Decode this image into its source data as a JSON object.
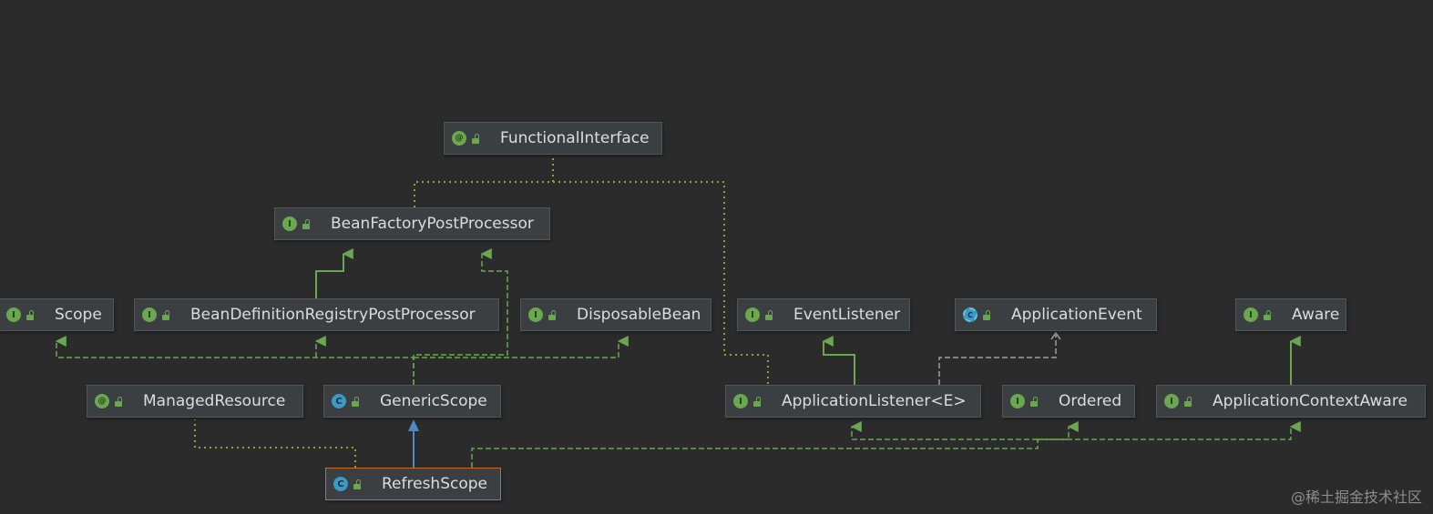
{
  "colors": {
    "background": "#2b2b2b",
    "node_fill": "#3c3f41",
    "edge_green": "#6aa84f",
    "edge_dotted": "#8ca33a",
    "edge_blue": "#4f88c6",
    "edge_gray": "#a0a0a0",
    "selected_border": "#c46a2c"
  },
  "nodes": {
    "functionalinterface": {
      "label": "FunctionalInterface",
      "kind": "annotation",
      "badge": "@"
    },
    "beanfactorypostprocessor": {
      "label": "BeanFactoryPostProcessor",
      "kind": "interface",
      "badge": "I"
    },
    "scope": {
      "label": "Scope",
      "kind": "interface",
      "badge": "I"
    },
    "beandefinitionregistrypostprocessor": {
      "label": "BeanDefinitionRegistryPostProcessor",
      "kind": "interface",
      "badge": "I"
    },
    "disposablebean": {
      "label": "DisposableBean",
      "kind": "interface",
      "badge": "I"
    },
    "eventlistener": {
      "label": "EventListener",
      "kind": "interface",
      "badge": "I"
    },
    "applicationevent": {
      "label": "ApplicationEvent",
      "kind": "abstract-class",
      "badge": "C"
    },
    "aware": {
      "label": "Aware",
      "kind": "interface",
      "badge": "I"
    },
    "managedresource": {
      "label": "ManagedResource",
      "kind": "annotation",
      "badge": "@"
    },
    "genericscope": {
      "label": "GenericScope",
      "kind": "class",
      "badge": "C"
    },
    "applicationlistener": {
      "label": "ApplicationListener<E>",
      "kind": "interface",
      "badge": "I"
    },
    "ordered": {
      "label": "Ordered",
      "kind": "interface",
      "badge": "I"
    },
    "applicationcontextaware": {
      "label": "ApplicationContextAware",
      "kind": "interface",
      "badge": "I"
    },
    "refreshscope": {
      "label": "RefreshScope",
      "kind": "class",
      "badge": "C",
      "selected": true
    }
  },
  "watermark": "@稀土掘金技术社区"
}
